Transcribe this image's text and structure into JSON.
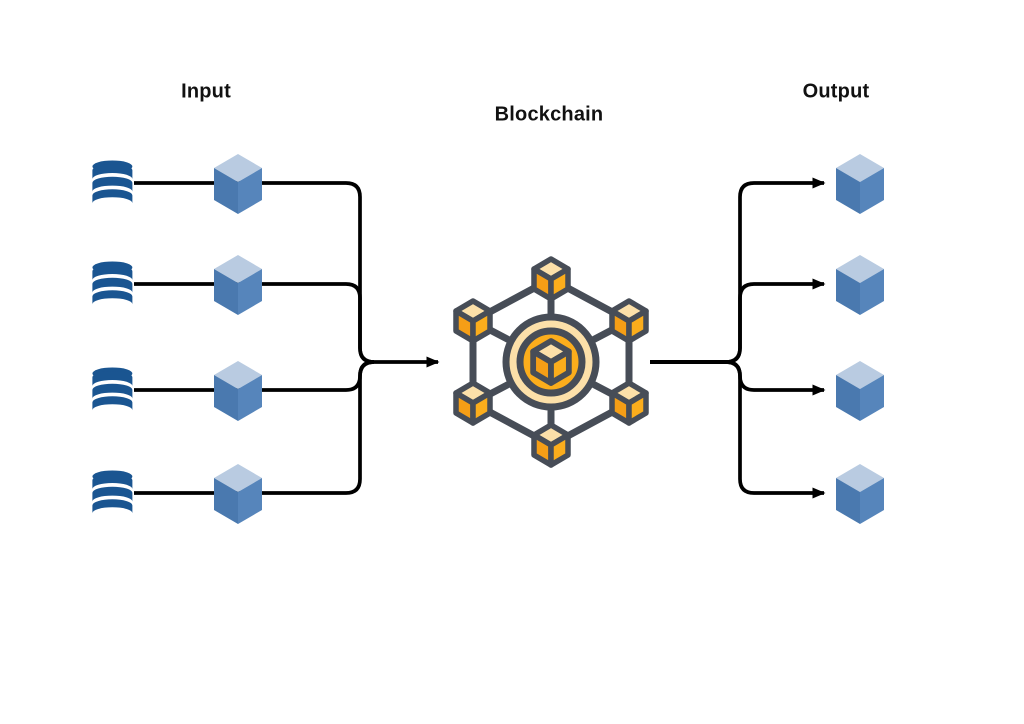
{
  "labels": {
    "input": "Input",
    "blockchain": "Blockchain",
    "output": "Output"
  },
  "structure": {
    "input_nodes": 4,
    "output_nodes": 4,
    "blockchain_hexagon_nodes": 6,
    "flow": "databases -> data cubes -> blockchain -> output cubes"
  },
  "icons": {
    "input_source": "database-icon",
    "input_block": "cube-icon",
    "center": "blockchain-network-icon",
    "output_block": "cube-icon"
  },
  "colors": {
    "background": "#ffffff",
    "text": "#111111",
    "connector": "#000000",
    "database-blue": "#1A5591",
    "cube-top": "#B9CBE1",
    "cube-left": "#4A79AF",
    "cube-right": "#5685BB",
    "chain-outline": "#474D57",
    "chain-orange": "#FBAD1C",
    "chain-orange-deep": "#F59E16",
    "chain-pale": "#FCE0A9"
  }
}
